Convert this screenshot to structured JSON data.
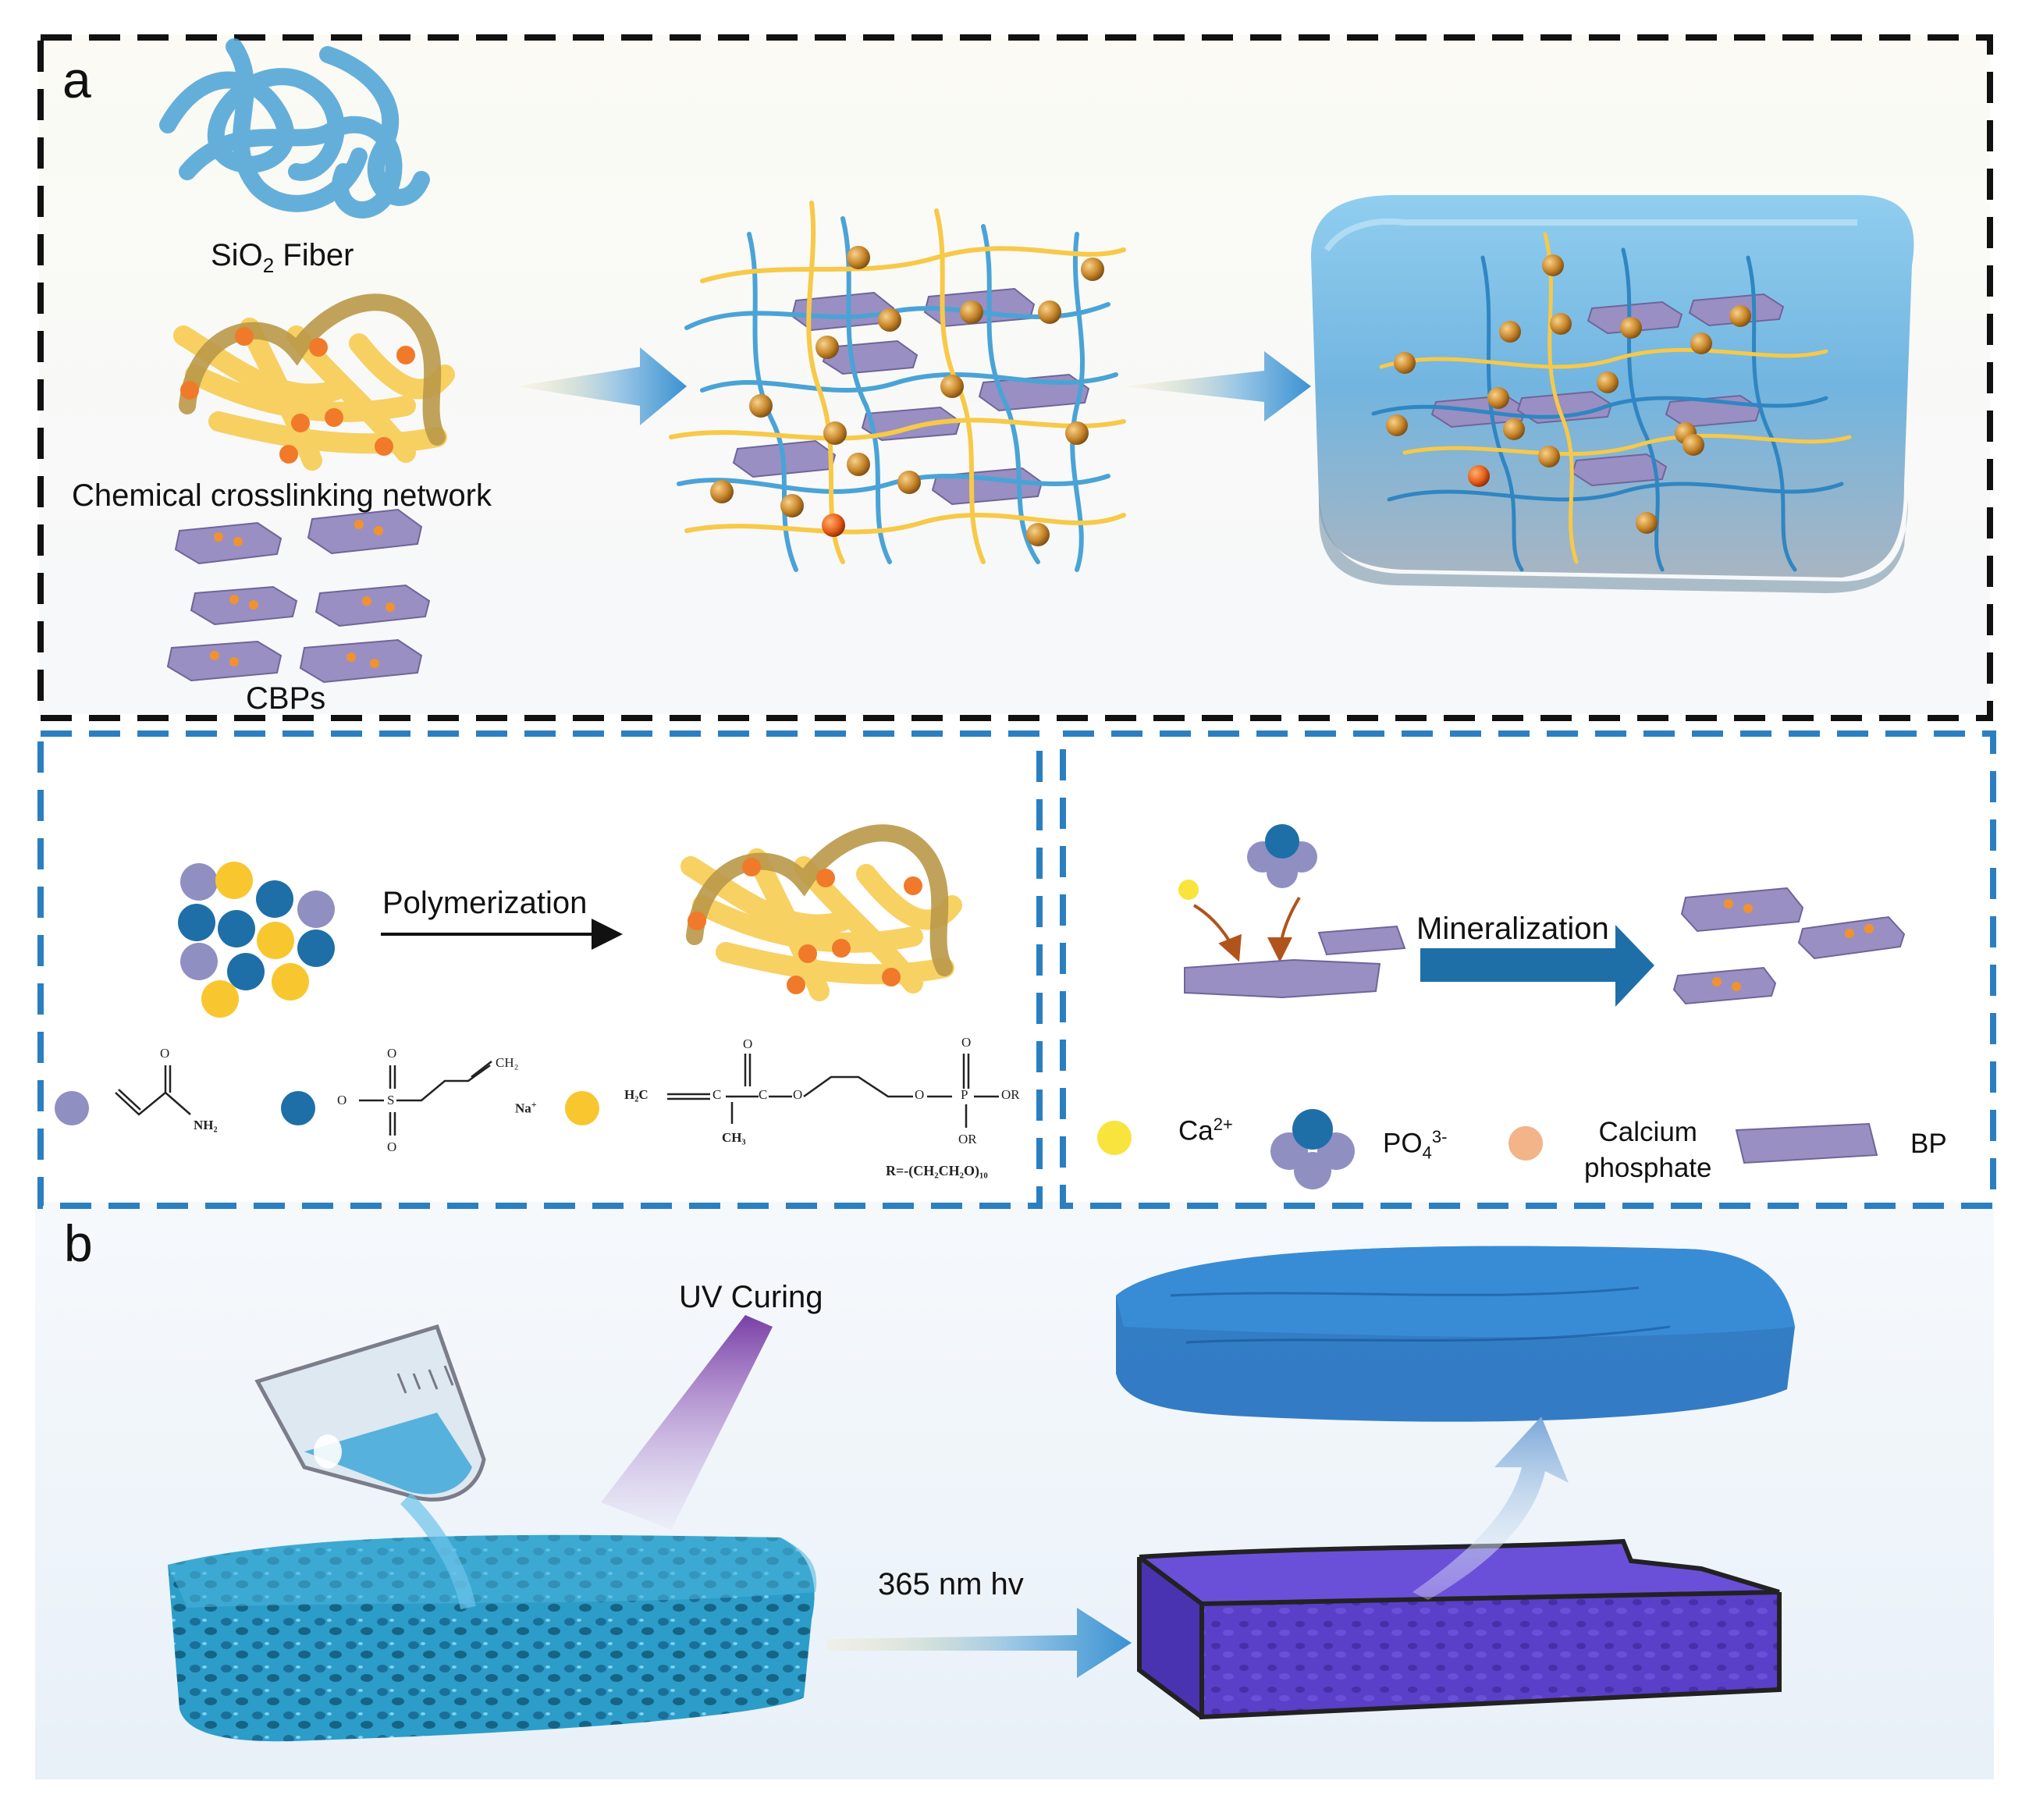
{
  "panel_a": {
    "letter": "a",
    "sio2_fiber": {
      "prefix": "SiO",
      "sub": "2",
      "suffix": " Fiber"
    },
    "network_label": "Chemical crosslinking network",
    "cbps_label": "CBPs"
  },
  "polymerization": {
    "arrow_label": "Polymerization",
    "monomers": {
      "acrylamide": {
        "o": "O",
        "nh2": "NH₂"
      },
      "sulfonate": {
        "o_top": "O",
        "o_minus": "O",
        "s": "S",
        "o_bottom": "O",
        "ch2": "CH₂",
        "na": "Na",
        "plus": "+"
      },
      "phosphate": {
        "h2c": "H₂C",
        "c1": "C",
        "c2": "C",
        "o_carbonyl": "O",
        "o_ester": "O",
        "o_link": "O",
        "p": "P",
        "o_p": "O",
        "or1": "OR",
        "or2": "OR",
        "ch3": "CH₃",
        "r_def": "R=-(CH₂CH₂O)₁₀"
      }
    }
  },
  "mineralization": {
    "arrow_label": "Mineralization",
    "legend": {
      "ca": {
        "base": "Ca",
        "sup": "2+"
      },
      "po4": {
        "base": "PO",
        "sub": "4",
        "sup": "3-"
      },
      "calcium_phosphate": [
        "Calcium",
        "phosphate"
      ],
      "bp": "BP"
    }
  },
  "panel_b": {
    "letter": "b",
    "uv_label": "UV Curing",
    "arrow_label": "365 nm hv"
  },
  "colors": {
    "fiber_blue": "#4aa3d6",
    "network_yellow": "#f7c948",
    "node_orange": "#f07a2a",
    "bead_bronze": "#c8862a",
    "monomer_lavender": "#8f8fc2",
    "monomer_blue": "#1e6fa8",
    "monomer_yellow": "#f8c72f",
    "bp_purple": "#8a7fb3",
    "scaffold_teal": "#2c9cc8",
    "cured_purple": "#5a3fc9",
    "dashed_black": "#111111",
    "dashed_blue": "#2b7fc1"
  }
}
